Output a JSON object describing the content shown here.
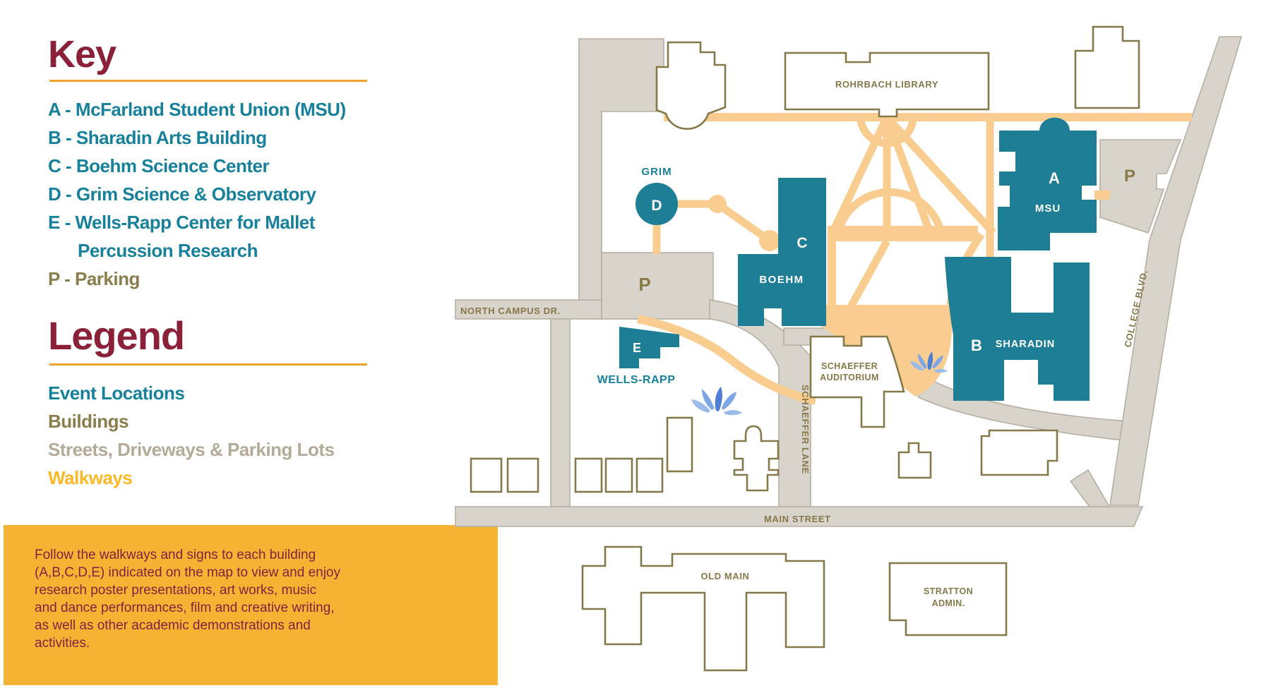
{
  "sidebar": {
    "key": {
      "title": "Key",
      "items": [
        {
          "label": "A - McFarland Student Union (MSU)"
        },
        {
          "label": "B - Sharadin Arts Building"
        },
        {
          "label": "C - Boehm Science Center"
        },
        {
          "label": "D - Grim Science & Observatory"
        },
        {
          "label": "E - Wells-Rapp Center for Mallet",
          "label2": "Percussion Research"
        },
        {
          "label": "P - Parking"
        }
      ]
    },
    "legend": {
      "title": "Legend",
      "items": [
        {
          "label": "Event Locations"
        },
        {
          "label": "Buildings"
        },
        {
          "label": "Streets, Driveways & Parking Lots"
        },
        {
          "label": "Walkways"
        }
      ]
    },
    "note": {
      "lines": [
        "Follow the walkways and signs to each building",
        "(A,B,C,D,E) indicated on the map to view and enjoy",
        "research poster presentations, art works, music",
        "and dance performances, film and creative writing,",
        "as well as other academic demonstrations and",
        "activities."
      ]
    }
  },
  "map": {
    "labels": {
      "rohrbach": "ROHRBACH LIBRARY",
      "grim": "GRIM",
      "letter_d": "D",
      "letter_c": "C",
      "boehm": "BOEHM",
      "letter_a": "A",
      "msu": "MSU",
      "letter_b": "B",
      "sharadin": "SHARADIN",
      "letter_e": "E",
      "wellsrapp": "WELLS-RAPP",
      "schaeffer_aud_1": "SCHAEFFER",
      "schaeffer_aud_2": "AUDITORIUM",
      "oldmain": "OLD MAIN",
      "stratton_1": "STRATTON",
      "stratton_2": "ADMIN.",
      "north_campus": "NORTH CAMPUS DR.",
      "main_street": "MAIN STREET",
      "schaeffer_lane": "SCHAEFFER LANE",
      "college_blvd": "COLLEGE BLVD.",
      "parking_main": "P",
      "parking_ne": "P"
    }
  },
  "colors": {
    "event_teal": "#1E7E95",
    "key_text_teal": "#17809B",
    "heading_maroon": "#8A2139",
    "note_text_maroon": "#7E2441",
    "note_bg_yellow": "#F5B233",
    "building_outline_olive": "#85794A",
    "street_fill": "#D8D3CB",
    "street_edge": "#B6AFA3",
    "walkway_orange": "#F8CD8F",
    "legend_walkways": "#FDB827",
    "legend_streets": "#B3AA98",
    "legend_buildings": "#8A7D4B",
    "underline_orange": "#F0A22E",
    "fountain_blue": "#4F7FD4"
  }
}
